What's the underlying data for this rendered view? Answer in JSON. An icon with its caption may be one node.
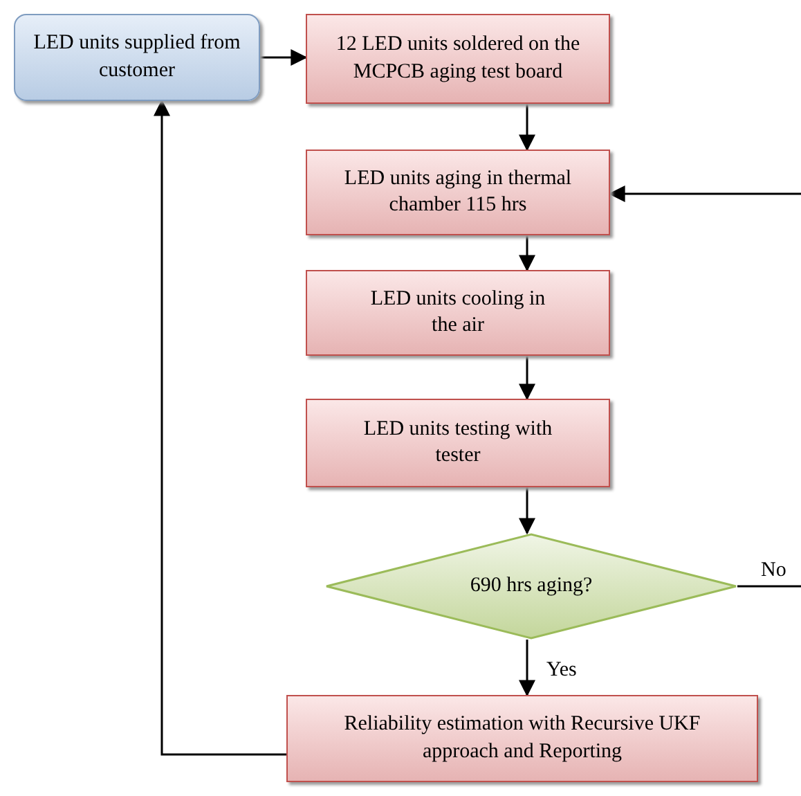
{
  "diagram": {
    "nodes": [
      {
        "text": [
          "LED units supplied from customer"
        ]
      },
      {
        "text": [
          "12 LED units soldered on the MCPCB aging test board"
        ]
      },
      {
        "text": [
          "LED units aging in thermal chamber 115 hrs"
        ]
      },
      {
        "text": [
          "LED units cooling in the air"
        ]
      },
      {
        "text": [
          "LED units testing with tester"
        ]
      },
      {
        "text": [
          "690 hrs aging?"
        ]
      },
      {
        "text": [
          "Reliability estimation with Recursive UKF approach and Reporting"
        ]
      }
    ],
    "edges": [
      {
        "from": 0,
        "to": 1,
        "arrow": "to"
      },
      {
        "from": 1,
        "to": 2,
        "arrow": "to"
      },
      {
        "from": 2,
        "to": 3,
        "arrow": "to"
      },
      {
        "from": 3,
        "to": 4,
        "arrow": "to"
      },
      {
        "from": 4,
        "to": 5,
        "arrow": "to"
      },
      {
        "from": 5,
        "to": 6,
        "arrow": "to",
        "label": "Yes"
      },
      {
        "from": 6,
        "to": 0,
        "arrow": "to"
      },
      {
        "from": 5,
        "to": null,
        "arrow": "none",
        "label": "No"
      },
      {
        "from": null,
        "to": 2,
        "arrow": "to"
      }
    ]
  }
}
